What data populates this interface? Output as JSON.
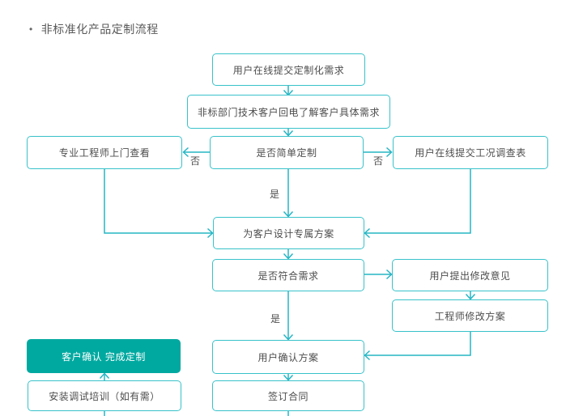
{
  "title": {
    "bullet": "•",
    "text": "非标准化产品定制流程"
  },
  "colors": {
    "line": "#25b5c4",
    "node_border": "#38c2ca",
    "node_fill": "#ffffff",
    "highlight_fill": "#00a9a0",
    "text": "#4d4d4d",
    "highlight_text": "#ffffff"
  },
  "nodes": {
    "submit": {
      "label": "用户在线提交定制化需求"
    },
    "callback": {
      "label": "非标部门技术客户回电了解客户具体需求"
    },
    "engineer": {
      "label": "专业工程师上门查看"
    },
    "simple": {
      "label": "是否简单定制"
    },
    "survey": {
      "label": "用户在线提交工况调查表"
    },
    "design": {
      "label": "为客户设计专属方案"
    },
    "meet": {
      "label": "是否符合需求"
    },
    "feedback": {
      "label": "用户提出修改意见"
    },
    "modify": {
      "label": "工程师修改方案"
    },
    "confirm": {
      "label": "用户确认方案"
    },
    "complete": {
      "label": "客户确认 完成定制"
    },
    "sign": {
      "label": "签订合同"
    },
    "install": {
      "label": "安装调试培训（如有需）"
    }
  },
  "edge_labels": {
    "no_left": "否",
    "no_right": "否",
    "yes_design": "是",
    "yes_confirm": "是"
  }
}
